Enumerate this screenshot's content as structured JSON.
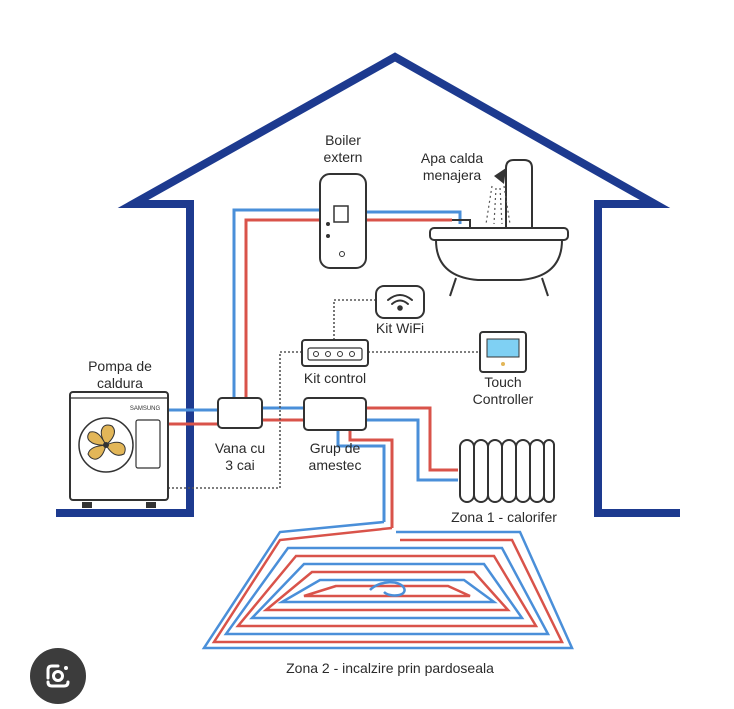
{
  "labels": {
    "boiler": "Boiler\nextern",
    "hot_water": "Apa calda\nmenajera",
    "wifi": "Kit WiFi",
    "heat_pump": "Pompa de\ncaldura",
    "control": "Kit control",
    "touch": "Touch\nController",
    "valve": "Vana cu\n3 cai",
    "mixing": "Grup de\namestec",
    "zone1": "Zona 1 - calorifer",
    "zone2": "Zona 2 - incalzire prin pardoseala"
  },
  "brand": "SAMSUNG",
  "colors": {
    "house": "#1d3a8f",
    "hot_pipe": "#d9534a",
    "cold_pipe": "#4a8fd9",
    "fan": "#e2b658",
    "screen": "#7fd0f3"
  },
  "icons": {
    "lens": "google-lens-icon"
  }
}
